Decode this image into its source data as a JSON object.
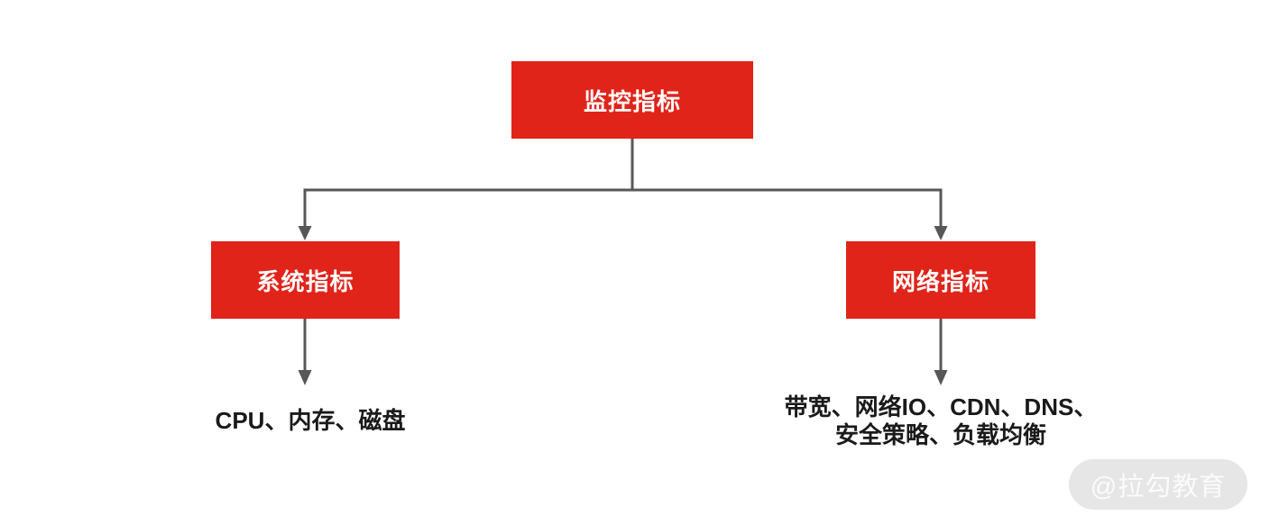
{
  "diagram": {
    "root": {
      "label": "监控指标"
    },
    "children": [
      {
        "label": "系统指标",
        "leaf": {
          "lines": [
            "CPU、内存、磁盘"
          ]
        }
      },
      {
        "label": "网络指标",
        "leaf": {
          "lines": [
            "带宽、网络IO、CDN、DNS、",
            "安全策略、负载均衡"
          ]
        }
      }
    ]
  },
  "watermark": {
    "label": "@拉勾教育"
  },
  "colors": {
    "accent": "#e0241a",
    "connector": "#575757",
    "leaf-text": "#1a1a1a",
    "node-text": "#ffffff",
    "watermark-bg": "#e6e6e6",
    "watermark-text": "#fbfbfb",
    "background": "#ffffff"
  }
}
